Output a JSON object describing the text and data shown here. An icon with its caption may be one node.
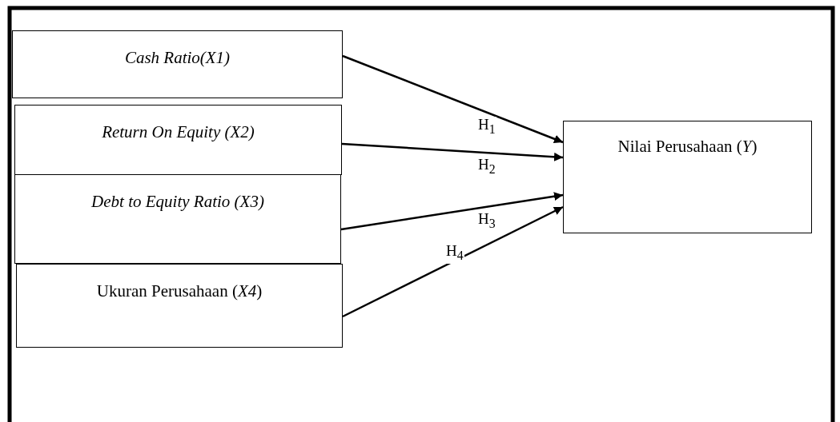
{
  "diagram": {
    "nodes": [
      {
        "text": [
          "*Cash Ratio(X1)*"
        ]
      },
      {
        "text": [
          "*Return On Equity (X2)*"
        ]
      },
      {
        "text": [
          "*Debt to Equity Ratio (X3)*"
        ]
      },
      {
        "text": [
          "Ukuran Perusahaan (*X4*)"
        ]
      },
      {
        "text": [
          "Nilai Perusahaan (*Y*)"
        ]
      }
    ],
    "edges": [
      {
        "from": 0,
        "to": 4,
        "arrow": "to",
        "label": "H$_{1}$"
      },
      {
        "from": 1,
        "to": 4,
        "arrow": "to",
        "label": "H$_{2}$"
      },
      {
        "from": 2,
        "to": 4,
        "arrow": "to",
        "label": "H$_{3}$"
      },
      {
        "from": 3,
        "to": 4,
        "arrow": "to",
        "label": "H$_{4}$"
      }
    ]
  }
}
